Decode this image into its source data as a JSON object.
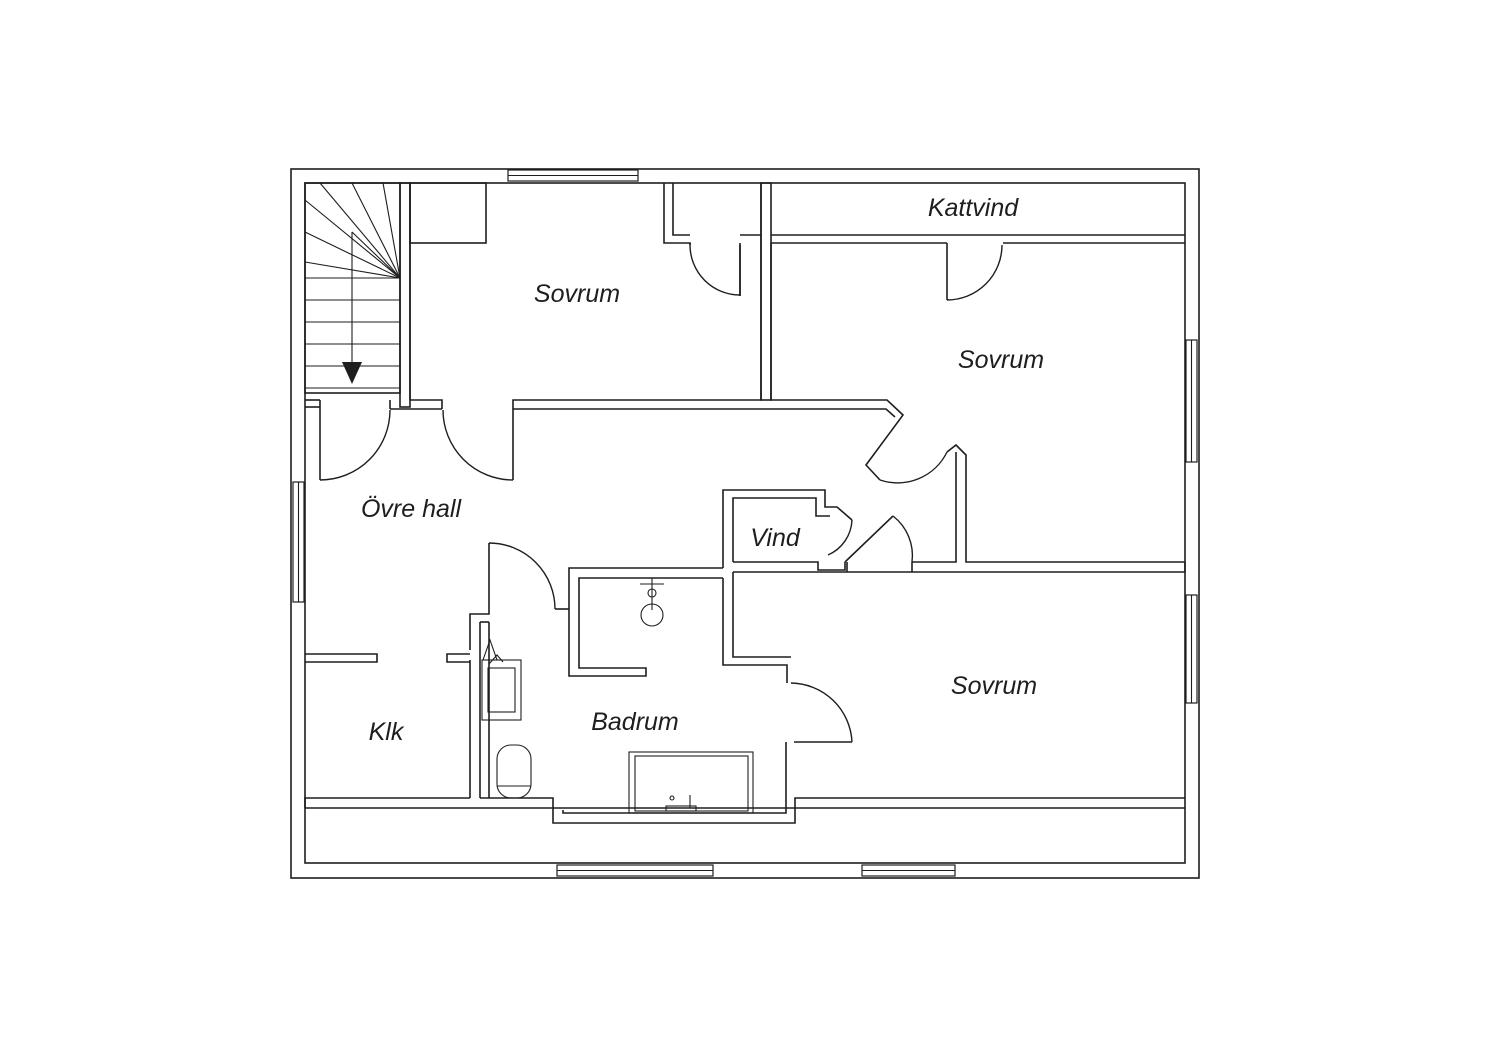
{
  "rooms": {
    "bedroom_top_left": "Sovrum",
    "attic_crawl": "Kattvind",
    "bedroom_right": "Sovrum",
    "upper_hall": "Övre hall",
    "storage_attic": "Vind",
    "bedroom_bottom_right": "Sovrum",
    "wardrobe": "Klk",
    "bathroom": "Badrum"
  },
  "icons": {
    "stairs": "stairs-down-arrow-icon",
    "shower": "shower-icon",
    "sink": "sink-icon",
    "toilet": "toilet-icon",
    "bathtub": "bathtub-icon"
  }
}
